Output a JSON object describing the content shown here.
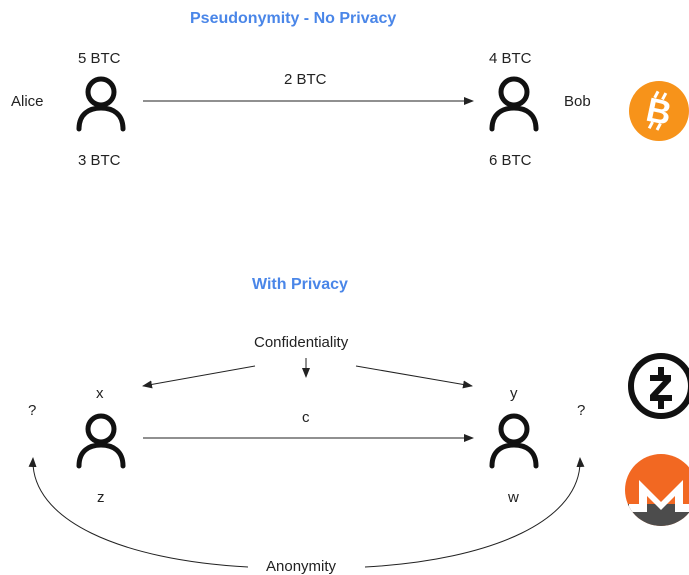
{
  "top": {
    "title": "Pseudonymity - No Privacy",
    "sender": {
      "name": "Alice",
      "before": "5 BTC",
      "after": "3 BTC"
    },
    "receiver": {
      "name": "Bob",
      "before": "4 BTC",
      "after": "6 BTC"
    },
    "amount": "2 BTC",
    "coin_icon": "bitcoin-icon",
    "coin_color": "#f7931a"
  },
  "bottom": {
    "title": "With Privacy",
    "confidentiality": "Confidentiality",
    "anonymity": "Anonymity",
    "sender": {
      "top": "x",
      "bottom": "z",
      "side": "?"
    },
    "receiver": {
      "top": "y",
      "bottom": "w",
      "side": "?"
    },
    "amount": "c",
    "coin_icons": [
      "zcash-icon",
      "monero-icon"
    ],
    "monero_color": "#f26822",
    "monero_gray": "#4c4c4c"
  },
  "colors": {
    "title": "#4a86e8",
    "line": "#222222"
  }
}
